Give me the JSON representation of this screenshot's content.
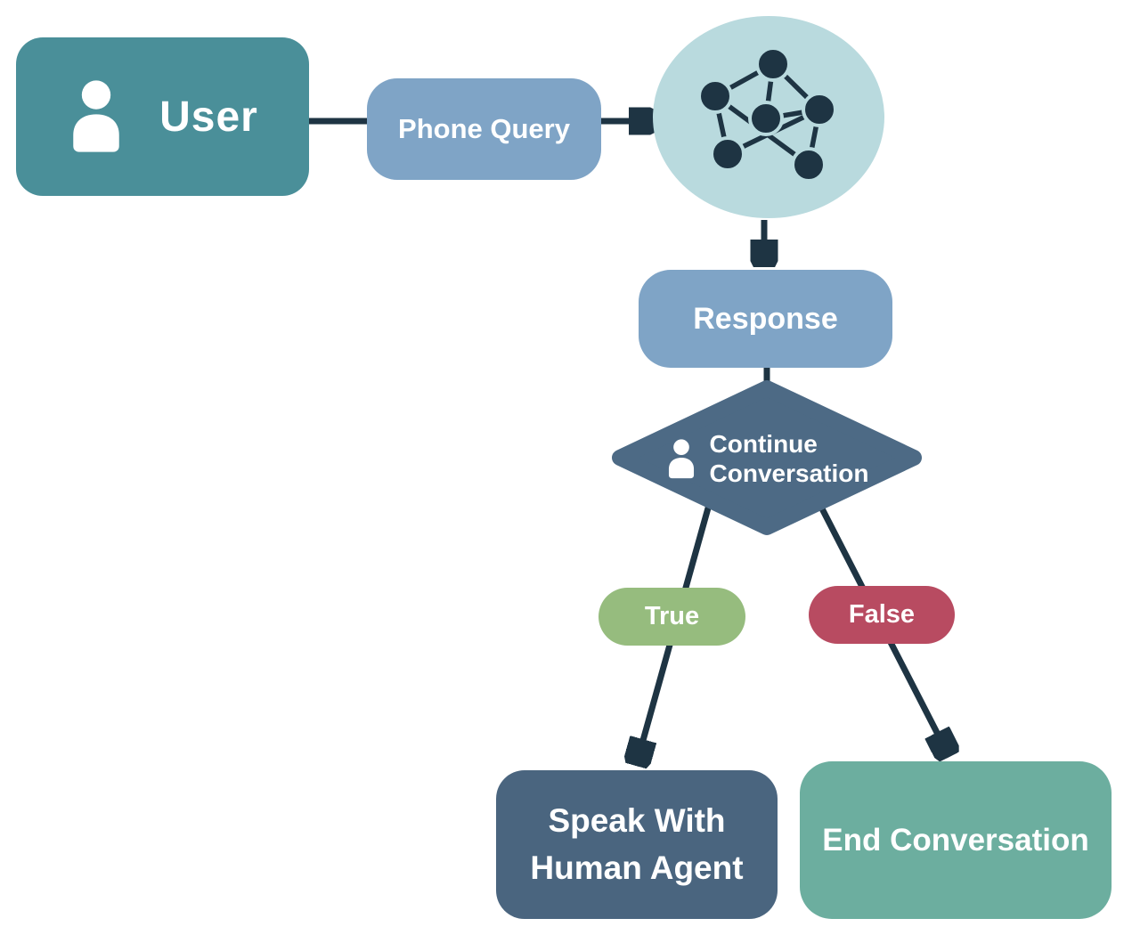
{
  "flowchart": {
    "nodes": {
      "user": {
        "label": "User",
        "icon": "user-icon"
      },
      "network": {
        "icon": "neural-network-icon"
      },
      "response": {
        "label": "Response"
      },
      "decision": {
        "icon": "person-icon",
        "lines": [
          "Continue",
          "Conversation"
        ]
      },
      "speak_human": {
        "lines": [
          "Speak With",
          "Human Agent"
        ]
      },
      "end_conversation": {
        "label": "End Conversation"
      }
    },
    "edges": [
      {
        "from": "user",
        "to": "network",
        "label": "Phone Query"
      },
      {
        "from": "network",
        "to": "response",
        "label": ""
      },
      {
        "from": "response",
        "to": "decision",
        "label": ""
      },
      {
        "from": "decision",
        "to": "speak_human",
        "label": "True"
      },
      {
        "from": "decision",
        "to": "end_conversation",
        "label": "False"
      }
    ],
    "colors": {
      "user-box": "#4A8F99",
      "label-blue": "#7FA4C6",
      "circle-bg": "#B9DADE",
      "arrow": "#1E3443",
      "diamond": "#4D6A85",
      "speak-box": "#4A657F",
      "end-box": "#6CAE9F",
      "true-pill": "#96BC7E",
      "false-pill": "#B84B61",
      "text": "#FFFFFF"
    }
  }
}
